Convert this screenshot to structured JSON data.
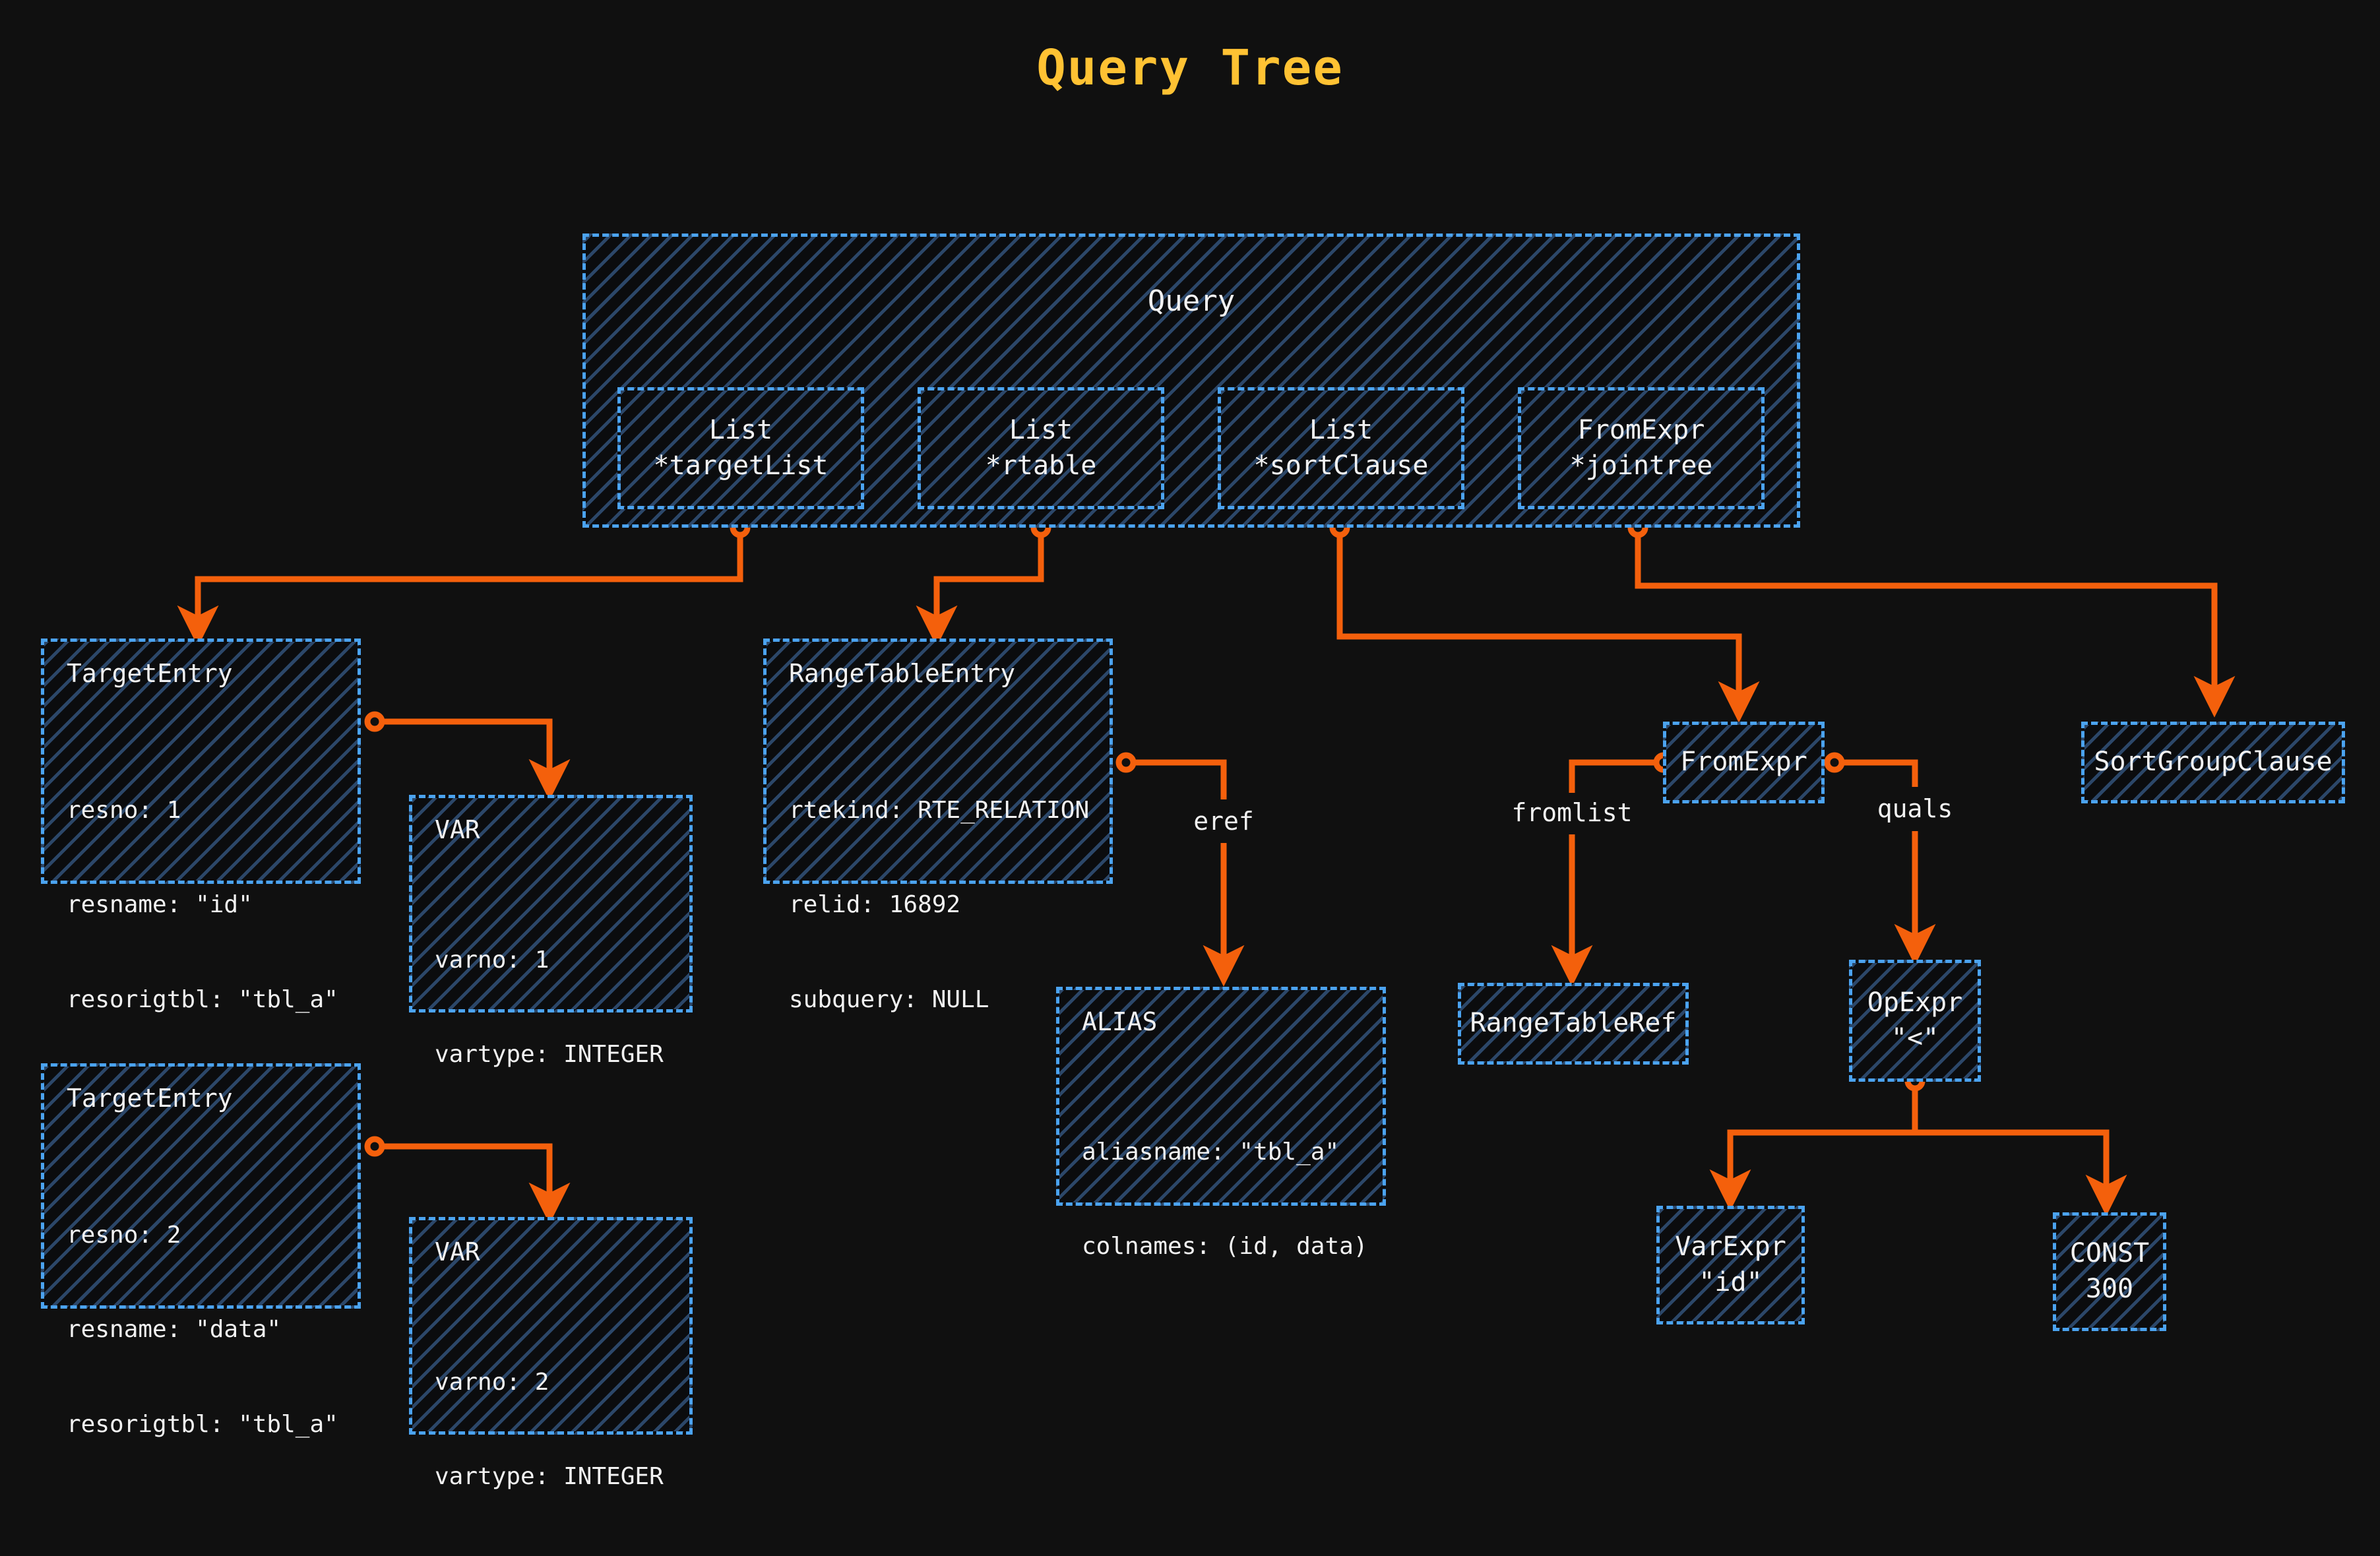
{
  "title": "Query Tree",
  "theme": {
    "background": "#101010",
    "title_color": "#FFC233",
    "node_border": "#4BA3F0",
    "node_fill": "#0b0c0e",
    "hatch_color": "#4678B4",
    "edge_color": "#F4600C",
    "text_color": "#F2F2F2"
  },
  "nodes": {
    "query": {
      "label": "Query",
      "slots": [
        {
          "line1": "List",
          "line2": "*targetList"
        },
        {
          "line1": "List",
          "line2": "*rtable"
        },
        {
          "line1": "List",
          "line2": "*sortClause"
        },
        {
          "line1": "FromExpr",
          "line2": "*jointree"
        }
      ]
    },
    "target_entry_1": {
      "title": "TargetEntry",
      "fields": [
        "resno: 1",
        "resname: \"id\"",
        "resorigtbl: \"tbl_a\""
      ]
    },
    "var_1": {
      "title": "VAR",
      "fields": [
        "varno: 1",
        "vartype: INTEGER"
      ]
    },
    "target_entry_2": {
      "title": "TargetEntry",
      "fields": [
        "resno: 2",
        "resname: \"data\"",
        "resorigtbl: \"tbl_a\""
      ]
    },
    "var_2": {
      "title": "VAR",
      "fields": [
        "varno: 2",
        "vartype: INTEGER"
      ]
    },
    "range_table_entry": {
      "title": "RangeTableEntry",
      "fields": [
        "rtekind: RTE_RELATION",
        "relid: 16892",
        "subquery: NULL"
      ]
    },
    "alias": {
      "title": "ALIAS",
      "fields": [
        "aliasname: \"tbl_a\"",
        "colnames: (id, data)"
      ]
    },
    "from_expr": {
      "label": "FromExpr"
    },
    "sort_group_clause": {
      "label": "SortGroupClause"
    },
    "range_table_ref": {
      "label": "RangeTableRef"
    },
    "op_expr": {
      "line1": "OpExpr",
      "line2": "\"<\""
    },
    "var_expr": {
      "line1": "VarExpr",
      "line2": "\"id\""
    },
    "const": {
      "line1": "CONST",
      "line2": "300"
    }
  },
  "edge_labels": {
    "eref": "eref",
    "fromlist": "fromlist",
    "quals": "quals"
  }
}
